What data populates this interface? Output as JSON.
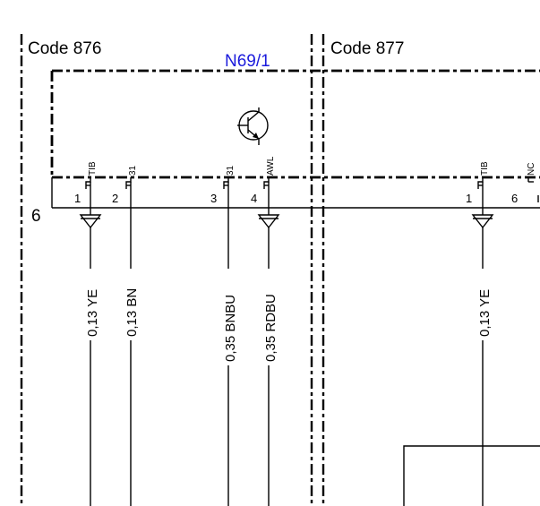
{
  "zones": [
    {
      "label": "Code 876"
    },
    {
      "label": "Code 877"
    }
  ],
  "component": {
    "name": "N69/1",
    "color": "#1a1adc"
  },
  "connector": {
    "label": "6"
  },
  "pins": [
    {
      "num": "1",
      "signal": "TIB",
      "wire": "0,13 YE"
    },
    {
      "num": "2",
      "signal": "31",
      "wire": "0,13 BN"
    },
    {
      "num": "3",
      "signal": "31",
      "wire": "0,35 BNBU"
    },
    {
      "num": "4",
      "signal": "AWL",
      "wire": "0,35 RDBU"
    },
    {
      "num": "1",
      "signal": "TIB",
      "wire": "0,13 YE"
    },
    {
      "num": "6",
      "signal": "NC"
    }
  ]
}
